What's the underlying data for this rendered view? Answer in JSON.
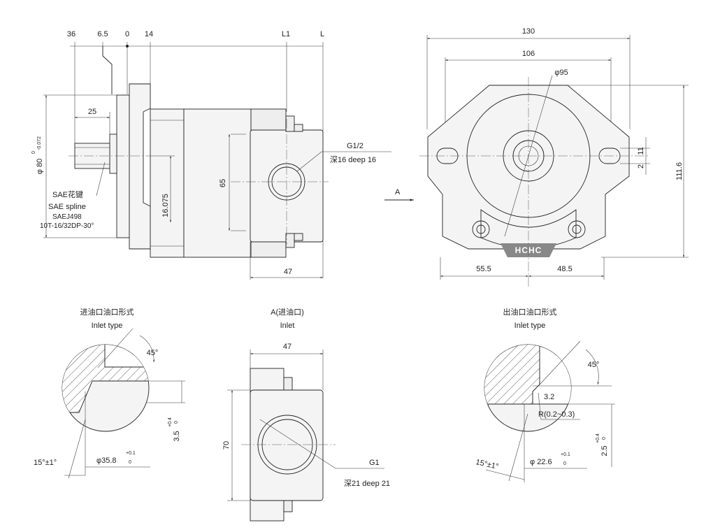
{
  "side_view": {
    "top_dims": [
      "36",
      "6.5",
      "0",
      "14",
      "L1",
      "L"
    ],
    "shaft_len": "25",
    "flange_dia": "φ 80",
    "flange_tol_upper": "0",
    "flange_tol_lower": "-0.072",
    "port_height": "65",
    "shaft_offset": "16.075",
    "port_width": "47",
    "port_thread": "G1/2",
    "port_depth": "深16 deep 16",
    "spline_cn": "SAE花键",
    "spline_en": "SAE spline",
    "spline_std": "SAEJ498",
    "spline_spec": "10T-16/32DP-30°"
  },
  "front_view": {
    "width_total": "130",
    "bolt_span": "106",
    "pilot_dia": "φ95",
    "height_total": "111.6",
    "slot_1": "11",
    "slot_2": "2",
    "left_to_center": "55.5",
    "right_to_center": "48.5",
    "brand": "HCHC",
    "view_arrow": "A"
  },
  "inlet_detail": {
    "title_cn": "进油口油口形式",
    "title_en": "Inlet type",
    "angle": "45°",
    "depth": "3.5",
    "depth_tol_upper": "+0.4",
    "depth_tol_lower": "0",
    "dia": "φ35.8",
    "dia_tol_upper": "+0.1",
    "dia_tol_lower": "0",
    "taper": "15°±1°"
  },
  "view_a": {
    "title_cn": "A(进油口)",
    "title_en": "Inlet",
    "width": "47",
    "height": "70",
    "thread": "G1",
    "depth": "深21 deep 21"
  },
  "outlet_detail": {
    "title_cn": "出油口油口形式",
    "title_en": "Inlet type",
    "angle": "45°",
    "step": "3.2",
    "radius": "R(0.2~0.3)",
    "depth": "2.5",
    "depth_tol_upper": "+0.4",
    "depth_tol_lower": "0",
    "dia": "φ 22.6",
    "dia_tol_upper": "+0.1",
    "dia_tol_lower": "0",
    "taper": "15°±1°"
  }
}
